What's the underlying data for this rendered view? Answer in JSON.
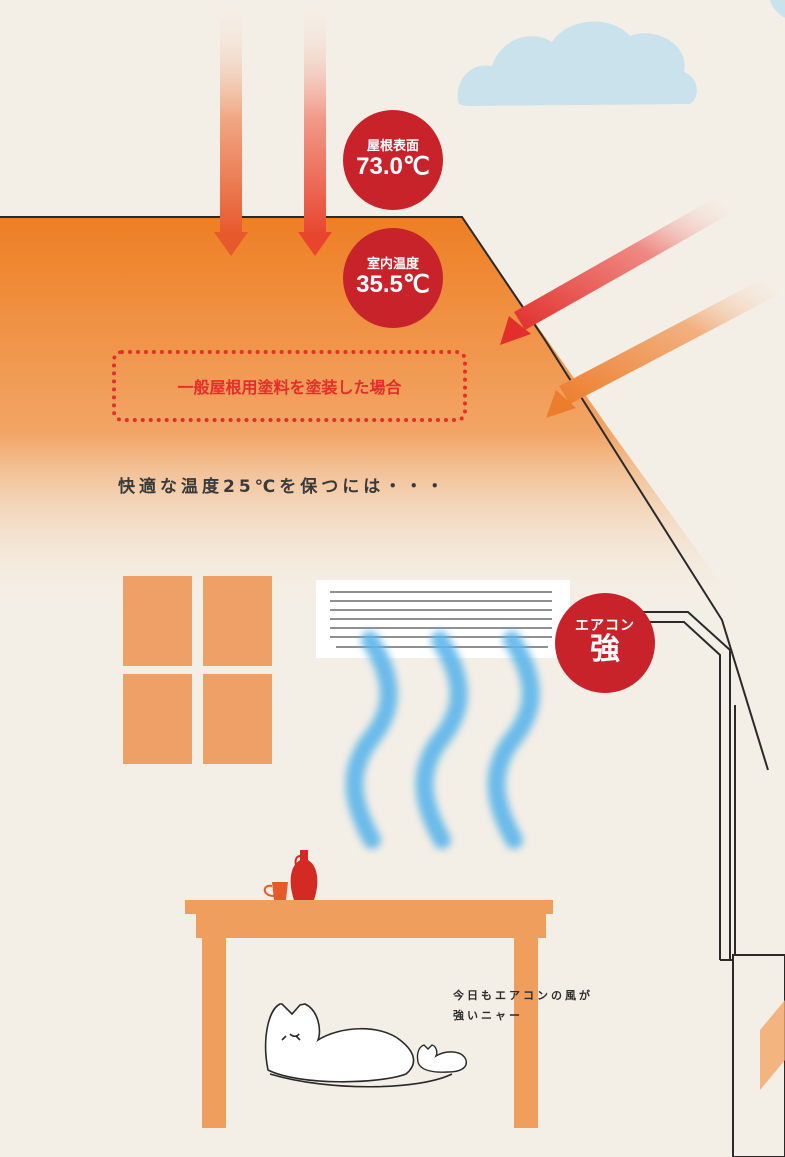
{
  "roof_temperature": {
    "label": "屋根表面",
    "value": "73.0℃"
  },
  "room_temperature": {
    "label": "室内温度",
    "value": "35.5℃"
  },
  "case_label": "一般屋根用塗料を塗装した場合",
  "comfort_text": "快適な温度25℃を保つには・・・",
  "aircon": {
    "label": "エアコン",
    "level": "強"
  },
  "cat_caption": {
    "line1": "今日もエアコンの風が",
    "line2": "強いニャー"
  },
  "colors": {
    "background": "#f4efe6",
    "roof_orange": "#ee7f24",
    "badge_red": "#c8232b",
    "label_red": "#e52d2b",
    "window_orange": "#eea066",
    "furniture_orange": "#ef9e5e",
    "airflow_blue": "#5cb5ea",
    "cloud_blue": "#c9e2ec"
  },
  "icons": [
    "sun-ray-arrow",
    "cloud",
    "window",
    "air-conditioner",
    "airflow-wave",
    "table",
    "cup",
    "vase",
    "cat",
    "kitten",
    "drain-pipe"
  ]
}
